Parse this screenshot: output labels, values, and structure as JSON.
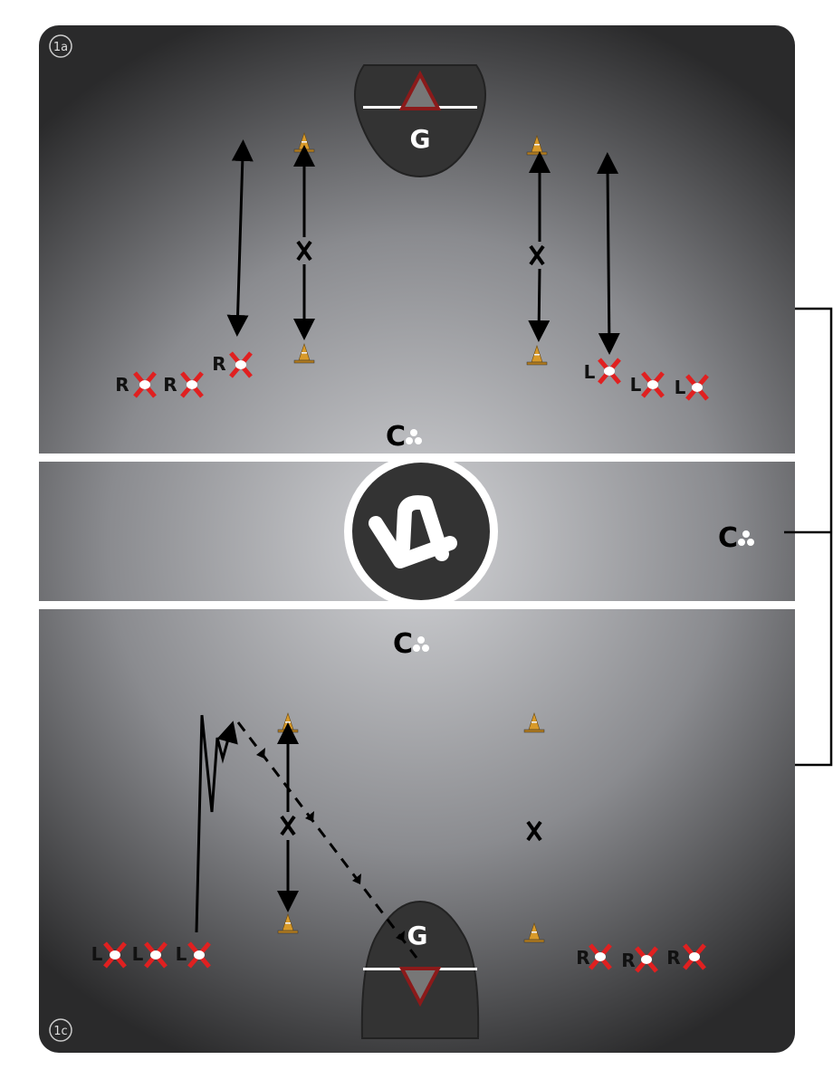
{
  "drill": {
    "section_top_label": "1a",
    "section_bottom_label": "1c",
    "goalie_label": "G",
    "coach_label": "C"
  },
  "players": {
    "top_left": [
      "R",
      "R",
      "R"
    ],
    "top_right": [
      "L",
      "L",
      "L"
    ],
    "bottom_left": [
      "L",
      "L",
      "L"
    ],
    "bottom_right": [
      "R",
      "R",
      "R"
    ]
  },
  "colors": {
    "player_x": "#e02020",
    "cone": "#d89a2a",
    "goal_frame": "#8b1a1a",
    "crease": "#333333"
  }
}
